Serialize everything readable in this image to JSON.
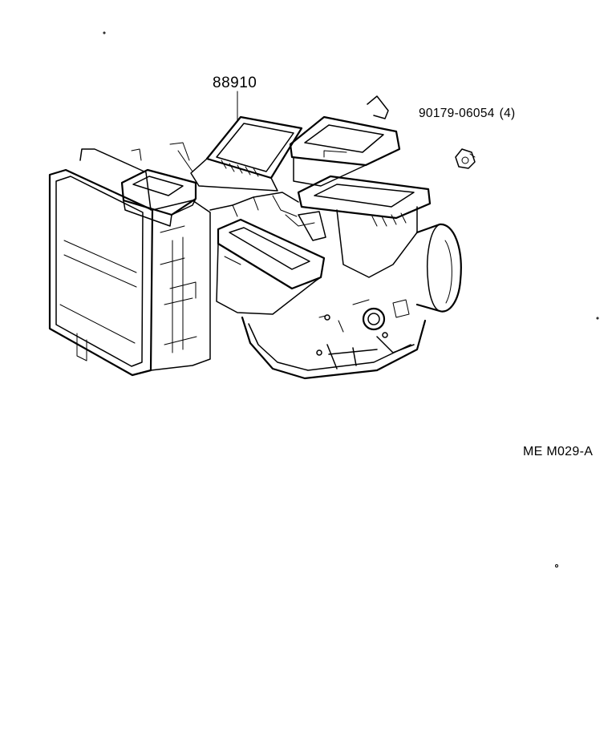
{
  "labels": {
    "main_part_number": "88910",
    "clip_part_number": "90179-06054",
    "clip_quantity": "(4)",
    "diagram_code": "ME M029-A"
  },
  "icons": {
    "main_assembly": "heater-air-conditioning-unit-assembly-drawing",
    "clip": "clip-nut-drawing"
  }
}
